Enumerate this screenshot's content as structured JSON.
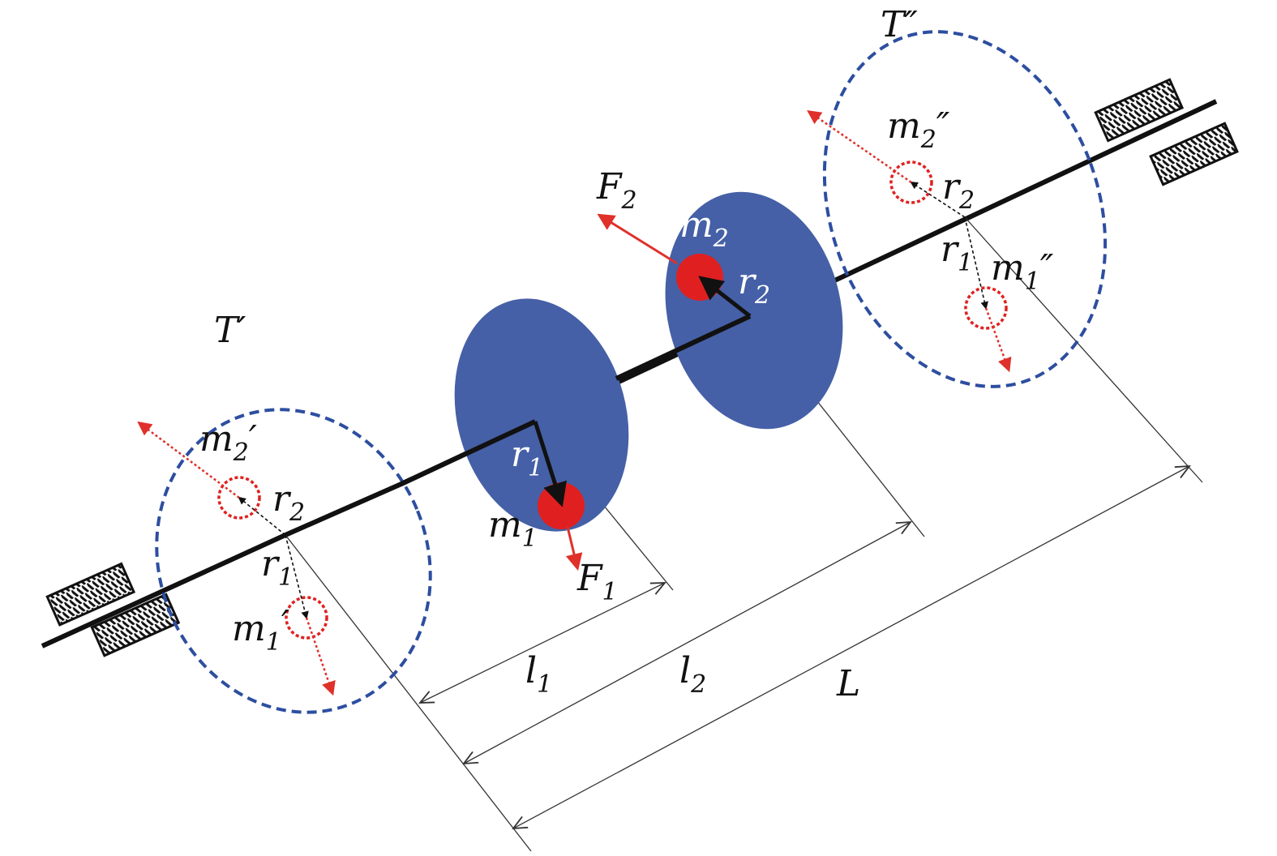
{
  "colors": {
    "disk_fill": "#4560a6",
    "mass_fill": "#e02020",
    "correction_plane": "#2d4ea0",
    "shaft": "#111111",
    "force_arrow": "#e0302a",
    "dimension_line": "#333333",
    "text": "#111111",
    "text_on_disk": "#ffffff"
  },
  "labels": {
    "plane_left": {
      "main": "T",
      "mark": "′"
    },
    "plane_right": {
      "main": "T",
      "mark": "″"
    },
    "disk1_mass": {
      "main": "m",
      "sub": "1"
    },
    "disk1_radius": {
      "main": "r",
      "sub": "1"
    },
    "disk1_force": {
      "main": "F",
      "sub": "1"
    },
    "disk2_mass": {
      "main": "m",
      "sub": "2"
    },
    "disk2_radius": {
      "main": "r",
      "sub": "2"
    },
    "disk2_force": {
      "main": "F",
      "sub": "2"
    },
    "left_m2": {
      "main": "m",
      "sub": "2",
      "mark": "′"
    },
    "left_r2": {
      "main": "r",
      "sub": "2"
    },
    "left_r1": {
      "main": "r",
      "sub": "1"
    },
    "left_m1": {
      "main": "m",
      "sub": "1",
      "mark": "′"
    },
    "right_m2": {
      "main": "m",
      "sub": "2",
      "mark": "″"
    },
    "right_r2": {
      "main": "r",
      "sub": "2"
    },
    "right_r1": {
      "main": "r",
      "sub": "1"
    },
    "right_m1": {
      "main": "m",
      "sub": "1",
      "mark": "″"
    },
    "dim_l1": {
      "main": "l",
      "sub": "1"
    },
    "dim_l2": {
      "main": "l",
      "sub": "2"
    },
    "dim_L": {
      "main": "L"
    }
  },
  "icons": {
    "bearings": [
      "bearing-icon-left",
      "bearing-icon-right"
    ]
  }
}
